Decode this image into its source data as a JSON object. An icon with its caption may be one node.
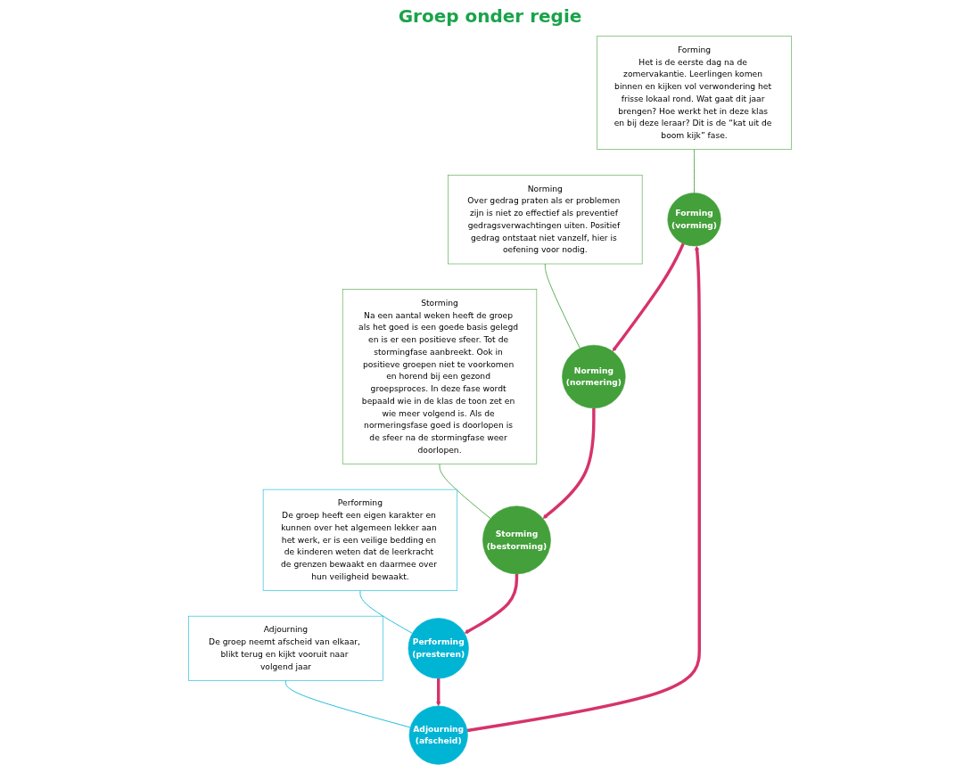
{
  "diagram": {
    "nodes": [
      {
        "text": [
          "Forming",
          "(vorming)"
        ]
      },
      {
        "text": [
          "Norming",
          "(normering)"
        ]
      },
      {
        "text": [
          "Storming",
          "(bestorming)"
        ]
      },
      {
        "text": [
          "Performing",
          "(presteren)"
        ]
      },
      {
        "text": [
          "Adjourning",
          "(afscheid)"
        ]
      },
      {
        "text": [
          "Forming",
          "Het is de eerste dag na de zomervakantie. Leerlingen komen binnen en kijken vol verwondering het frisse lokaal rond. Wat gaat dit jaar brengen? Hoe werkt het in deze klas en bij deze leraar? Dit is de “kat uit de boom kijk” fase."
        ]
      },
      {
        "text": [
          "Norming",
          "Over gedrag praten als er problemen zijn is niet zo effectief als preventief gedragsverwachtingen uiten. Positief gedrag ontstaat niet vanzelf, hier is oefening voor nodig."
        ]
      },
      {
        "text": [
          "Storming",
          "Na een aantal weken heeft de groep als het goed is een goede basis gelegd en is er een positieve sfeer. Tot de stormingfase aanbreekt. Ook in positieve groepen niet te voorkomen en horend bij een gezond groepsproces. In deze fase wordt bepaald wie in de klas de toon zet en wie meer volgend is. Als de normeringsfase goed is doorlopen is de sfeer na de stormingfase weer doorlopen."
        ]
      },
      {
        "text": [
          "Performing",
          "De groep heeft een eigen karakter en kunnen over het algemeen lekker aan het werk, er is een veilige bedding en de kinderen weten dat de leerkracht de grenzen bewaakt en daarmee over hun veiligheid bewaakt."
        ]
      },
      {
        "text": [
          "Adjourning",
          "De groep neemt afscheid van elkaar, blikt terug en kijkt vooruit naar volgend jaar"
        ]
      }
    ],
    "edges": [
      {
        "from": 0,
        "to": 1,
        "arrow": "to",
        "style": "thick",
        "color": "#d6336c"
      },
      {
        "from": 1,
        "to": 2,
        "arrow": "to",
        "style": "thick",
        "color": "#d6336c"
      },
      {
        "from": 2,
        "to": 3,
        "arrow": "to",
        "style": "thick",
        "color": "#d6336c"
      },
      {
        "from": 3,
        "to": 4,
        "arrow": "to",
        "style": "thick",
        "color": "#d6336c"
      },
      {
        "from": 4,
        "to": 0,
        "arrow": "to",
        "style": "thick",
        "color": "#d6336c"
      },
      {
        "from": 5,
        "to": 0,
        "arrow": "none",
        "color": "#43a03a"
      },
      {
        "from": 6,
        "to": 1,
        "arrow": "none",
        "color": "#43a03a"
      },
      {
        "from": 7,
        "to": 2,
        "arrow": "none",
        "color": "#43a03a"
      },
      {
        "from": 8,
        "to": 3,
        "arrow": "none",
        "color": "#00b4d4"
      },
      {
        "from": 9,
        "to": 4,
        "arrow": "none",
        "color": "#00b4d4"
      }
    ],
    "labels": [
      "Groep onder regie"
    ]
  }
}
